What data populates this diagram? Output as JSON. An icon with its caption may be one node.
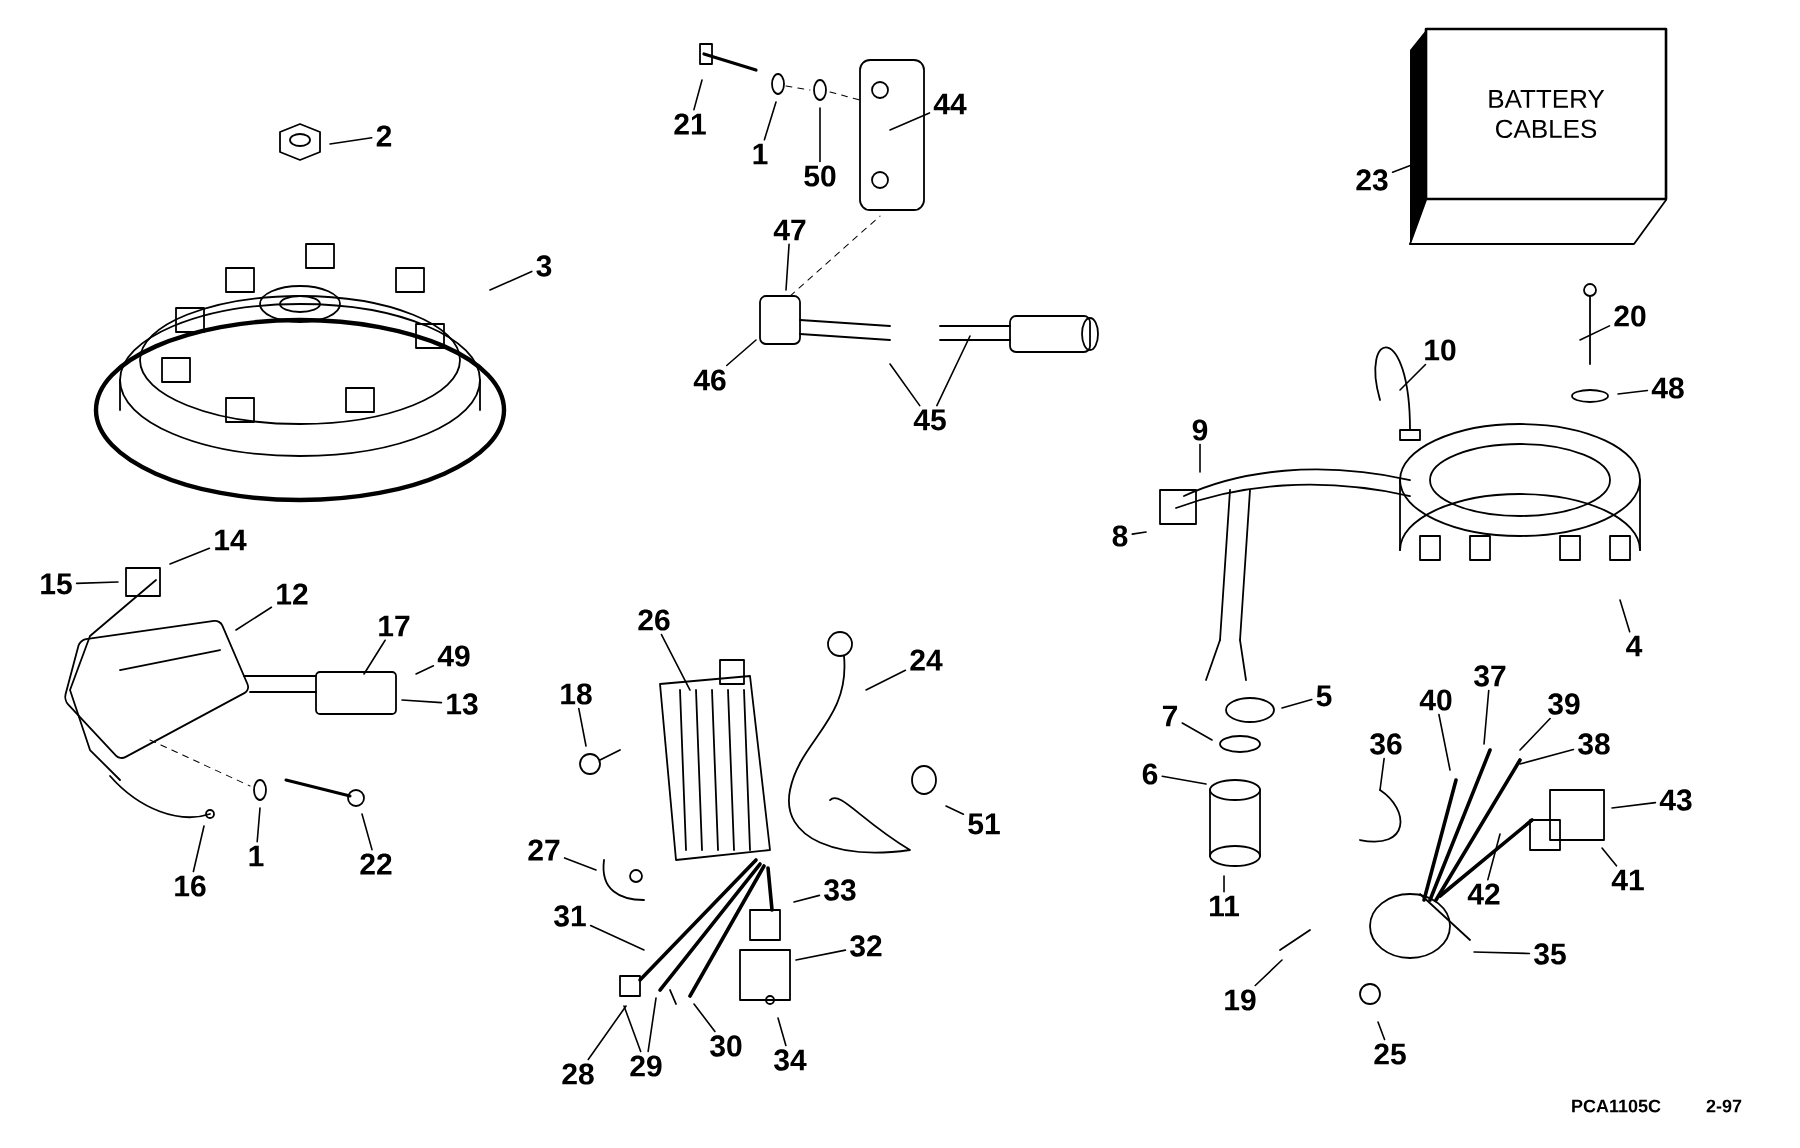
{
  "diagram": {
    "nodes": [
      {
        "text": [
          "2"
        ]
      },
      {
        "text": [
          "3"
        ]
      },
      {
        "text": [
          "21"
        ]
      },
      {
        "text": [
          "1"
        ]
      },
      {
        "text": [
          "50"
        ]
      },
      {
        "text": [
          "44"
        ]
      },
      {
        "text": [
          "47"
        ]
      },
      {
        "text": [
          "46"
        ]
      },
      {
        "text": [
          "45"
        ]
      },
      {
        "text": [
          "23"
        ]
      },
      {
        "text": [
          "BATTERY CABLES"
        ]
      },
      {
        "text": [
          "20"
        ]
      },
      {
        "text": [
          "48"
        ]
      },
      {
        "text": [
          "10"
        ]
      },
      {
        "text": [
          "9"
        ]
      },
      {
        "text": [
          "8"
        ]
      },
      {
        "text": [
          "4"
        ]
      },
      {
        "text": [
          "14"
        ]
      },
      {
        "text": [
          "15"
        ]
      },
      {
        "text": [
          "12"
        ]
      },
      {
        "text": [
          "17"
        ]
      },
      {
        "text": [
          "49"
        ]
      },
      {
        "text": [
          "13"
        ]
      },
      {
        "text": [
          "26"
        ]
      },
      {
        "text": [
          "18"
        ]
      },
      {
        "text": [
          "24"
        ]
      },
      {
        "text": [
          "16"
        ]
      },
      {
        "text": [
          "1"
        ]
      },
      {
        "text": [
          "22"
        ]
      },
      {
        "text": [
          "27"
        ]
      },
      {
        "text": [
          "51"
        ]
      },
      {
        "text": [
          "31"
        ]
      },
      {
        "text": [
          "33"
        ]
      },
      {
        "text": [
          "32"
        ]
      },
      {
        "text": [
          "28"
        ]
      },
      {
        "text": [
          "29"
        ]
      },
      {
        "text": [
          "30"
        ]
      },
      {
        "text": [
          "34"
        ]
      },
      {
        "text": [
          "5"
        ]
      },
      {
        "text": [
          "7"
        ]
      },
      {
        "text": [
          "6"
        ]
      },
      {
        "text": [
          "11"
        ]
      },
      {
        "text": [
          "36"
        ]
      },
      {
        "text": [
          "40"
        ]
      },
      {
        "text": [
          "37"
        ]
      },
      {
        "text": [
          "39"
        ]
      },
      {
        "text": [
          "38"
        ]
      },
      {
        "text": [
          "43"
        ]
      },
      {
        "text": [
          "41"
        ]
      },
      {
        "text": [
          "42"
        ]
      },
      {
        "text": [
          "35"
        ]
      },
      {
        "text": [
          "19"
        ]
      },
      {
        "text": [
          "25"
        ]
      }
    ],
    "edges": [
      {
        "from": 0,
        "to": null,
        "arrow": "none"
      },
      {
        "from": 1,
        "to": null,
        "arrow": "none"
      },
      {
        "from": 2,
        "to": null,
        "arrow": "none"
      },
      {
        "from": 3,
        "to": null,
        "arrow": "none"
      },
      {
        "from": 4,
        "to": null,
        "arrow": "none"
      },
      {
        "from": 5,
        "to": null,
        "arrow": "none"
      },
      {
        "from": 6,
        "to": null,
        "arrow": "none"
      },
      {
        "from": 7,
        "to": null,
        "arrow": "none"
      },
      {
        "from": 8,
        "to": null,
        "arrow": "none"
      },
      {
        "from": 8,
        "to": null,
        "arrow": "none"
      },
      {
        "from": 9,
        "to": 10,
        "arrow": "none"
      },
      {
        "from": 11,
        "to": null,
        "arrow": "none"
      },
      {
        "from": 12,
        "to": null,
        "arrow": "none"
      },
      {
        "from": 13,
        "to": null,
        "arrow": "none"
      },
      {
        "from": 14,
        "to": null,
        "arrow": "none"
      },
      {
        "from": 15,
        "to": null,
        "arrow": "none"
      },
      {
        "from": 16,
        "to": null,
        "arrow": "none"
      },
      {
        "from": 17,
        "to": null,
        "arrow": "none"
      },
      {
        "from": 18,
        "to": null,
        "arrow": "none"
      },
      {
        "from": 19,
        "to": null,
        "arrow": "none"
      },
      {
        "from": 20,
        "to": null,
        "arrow": "none"
      },
      {
        "from": 21,
        "to": null,
        "arrow": "none"
      },
      {
        "from": 22,
        "to": null,
        "arrow": "none"
      },
      {
        "from": 23,
        "to": null,
        "arrow": "none"
      },
      {
        "from": 24,
        "to": null,
        "arrow": "none"
      },
      {
        "from": 25,
        "to": null,
        "arrow": "none"
      },
      {
        "from": 26,
        "to": null,
        "arrow": "none"
      },
      {
        "from": 27,
        "to": null,
        "arrow": "none"
      },
      {
        "from": 28,
        "to": null,
        "arrow": "none"
      },
      {
        "from": 29,
        "to": null,
        "arrow": "none"
      },
      {
        "from": 30,
        "to": null,
        "arrow": "none"
      },
      {
        "from": 31,
        "to": null,
        "arrow": "none"
      },
      {
        "from": 32,
        "to": null,
        "arrow": "none"
      },
      {
        "from": 33,
        "to": null,
        "arrow": "none"
      },
      {
        "from": 34,
        "to": null,
        "arrow": "none"
      },
      {
        "from": 35,
        "to": null,
        "arrow": "none"
      },
      {
        "from": 35,
        "to": null,
        "arrow": "none"
      },
      {
        "from": 36,
        "to": null,
        "arrow": "none"
      },
      {
        "from": 37,
        "to": null,
        "arrow": "none"
      },
      {
        "from": 38,
        "to": null,
        "arrow": "none"
      },
      {
        "from": 39,
        "to": null,
        "arrow": "none"
      },
      {
        "from": 40,
        "to": null,
        "arrow": "none"
      },
      {
        "from": 41,
        "to": null,
        "arrow": "none"
      },
      {
        "from": 42,
        "to": null,
        "arrow": "none"
      },
      {
        "from": 43,
        "to": null,
        "arrow": "none"
      },
      {
        "from": 44,
        "to": null,
        "arrow": "none"
      },
      {
        "from": 45,
        "to": null,
        "arrow": "none"
      },
      {
        "from": 46,
        "to": null,
        "arrow": "none"
      },
      {
        "from": 47,
        "to": null,
        "arrow": "none"
      },
      {
        "from": 48,
        "to": null,
        "arrow": "none"
      },
      {
        "from": 49,
        "to": null,
        "arrow": "none"
      },
      {
        "from": 50,
        "to": null,
        "arrow": "none"
      },
      {
        "from": 51,
        "to": null,
        "arrow": "none"
      },
      {
        "from": 52,
        "to": null,
        "arrow": "none"
      }
    ],
    "labels": [
      "PCA1105C",
      "2-97"
    ]
  }
}
